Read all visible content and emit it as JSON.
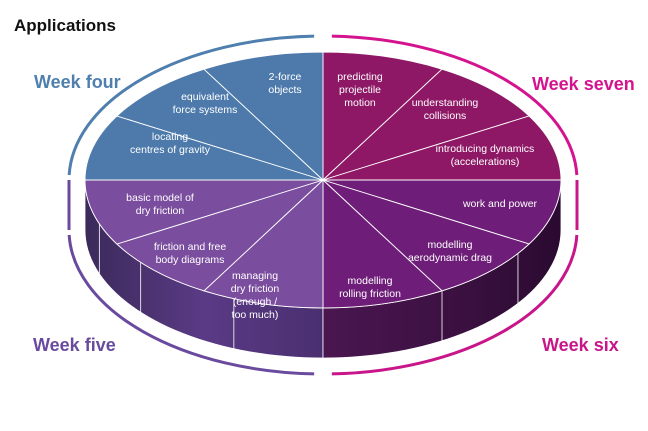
{
  "title": "Applications",
  "weeks": [
    {
      "id": "week-four",
      "label": "Week four",
      "color": "#4f7fae"
    },
    {
      "id": "week-seven",
      "label": "Week seven",
      "color": "#d4148f"
    },
    {
      "id": "week-five",
      "label": "Week five",
      "color": "#6a4a9e"
    },
    {
      "id": "week-six",
      "label": "Week six",
      "color": "#c8168a"
    }
  ],
  "slices": [
    {
      "group": "week-four",
      "lines": [
        "2-force",
        "objects"
      ]
    },
    {
      "group": "week-four",
      "lines": [
        "equivalent",
        "force systems"
      ]
    },
    {
      "group": "week-four",
      "lines": [
        "locating",
        "centres of gravity"
      ]
    },
    {
      "group": "week-five",
      "lines": [
        "basic model of",
        "dry friction"
      ]
    },
    {
      "group": "week-five",
      "lines": [
        "friction and free",
        "body diagrams"
      ]
    },
    {
      "group": "week-five",
      "lines": [
        "managing",
        "dry  friction",
        "(enough /",
        "too much)"
      ]
    },
    {
      "group": "week-six",
      "lines": [
        "modelling",
        "rolling friction"
      ]
    },
    {
      "group": "week-six",
      "lines": [
        "modelling",
        "aerodynamic drag"
      ]
    },
    {
      "group": "week-six",
      "lines": [
        "work and power"
      ]
    },
    {
      "group": "week-seven",
      "lines": [
        "introducing dynamics",
        "(accelerations)"
      ]
    },
    {
      "group": "week-seven",
      "lines": [
        "understanding",
        "collisions"
      ]
    },
    {
      "group": "week-seven",
      "lines": [
        "predicting",
        "projectile",
        "motion"
      ]
    }
  ],
  "colors": {
    "week_four_fill": "#4d7aab",
    "week_five_fill": "#7a4d9e",
    "week_six_fill": "#6e1e78",
    "week_seven_fill": "#8e1865",
    "arc_four": "#4f7fae",
    "arc_seven": "#d4148f",
    "arc_five": "#6a4a9e",
    "arc_six": "#c8168a"
  }
}
